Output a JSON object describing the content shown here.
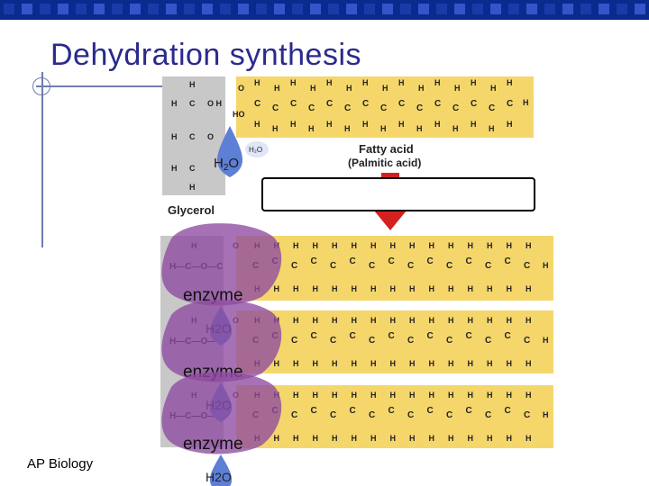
{
  "slide": {
    "title": "Dehydration synthesis",
    "footer": "AP Biology"
  },
  "top_diagram": {
    "glycerol_label": "Glycerol",
    "fatty_acid_label": "Fatty acid",
    "fatty_acid_sub": "(Palmitic acid)",
    "water_label": "H2O",
    "water_small": "H2O"
  },
  "reactions": [
    {
      "enzyme": "enzyme",
      "water": "H2O"
    },
    {
      "enzyme": "enzyme",
      "water": "H2O"
    },
    {
      "enzyme": "enzyme",
      "water": "H2O"
    }
  ],
  "colors": {
    "header": "#0b2a8f",
    "title": "#2a2a8f",
    "fatty_acid_bg": "#f5d66b",
    "glycerol_bg": "#c8c8c8",
    "enzyme": "#8e4aa0",
    "water_drop": "#5e7fd6",
    "arrow": "#d42020"
  }
}
